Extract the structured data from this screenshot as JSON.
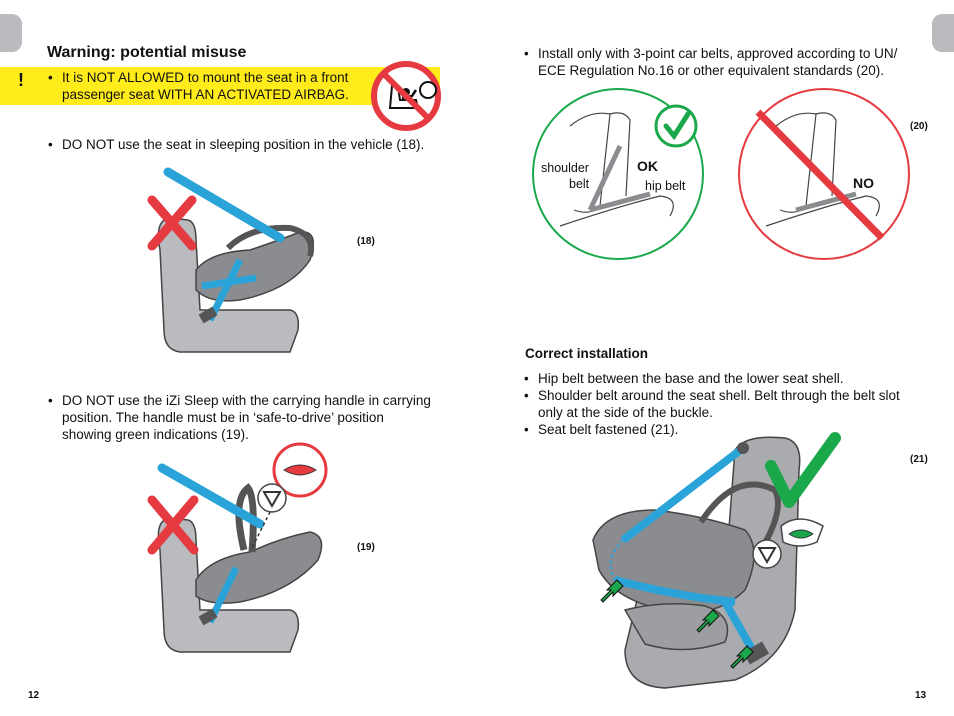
{
  "left_page": {
    "warning_heading": "Warning: potential misuse",
    "warning_mark": "!",
    "bullet_airbag_line1": "It is NOT ALLOWED to mount the seat in a front",
    "bullet_airbag_line2": "passenger seat WITH AN ACTIVATED AIRBAG.",
    "bullet_sleep": "DO NOT use the seat in sleeping position in the vehicle (18).",
    "caption_18": "(18)",
    "bullet_handle_line1": "DO NOT use the iZi Sleep with the carrying handle in carrying",
    "bullet_handle_line2": "position.  The handle must be in ‘safe-to-drive’ position",
    "bullet_handle_line3": "showing green indications (19).",
    "caption_19": "(19)",
    "page_number": "12"
  },
  "right_page": {
    "bullet_install_line1": "Install only with 3-point car belts, approved according to UN/",
    "bullet_install_line2": "ECE Regulation No.16 or other equivalent standards (20).",
    "caption_20": "(20)",
    "label_shoulder": "shoulder",
    "label_belt": "belt",
    "label_ok": "OK",
    "label_hip_belt": "hip belt",
    "label_no": "NO",
    "correct_heading": "Correct installation",
    "bullet_hip": "Hip belt between the base and the lower seat shell.",
    "bullet_shoulder_line1": "Shoulder belt around the seat shell. Belt through the belt slot",
    "bullet_shoulder_line2": "only at the side of the buckle.",
    "bullet_fastened": "Seat belt fastened (21).",
    "caption_21": "(21)",
    "page_number": "13"
  },
  "colors": {
    "warning_yellow": "#ffec1a",
    "prohibit_red": "#e53a3f",
    "ok_green": "#1aa84a",
    "belt_blue": "#2aa3d8",
    "seat_grey": "#8a8c8f",
    "tab_grey": "#b9bbbe"
  },
  "icons": [
    "no-airbag-icon",
    "red-cross-icon",
    "green-checkmark-icon",
    "handle-indicator-icon",
    "green-arrow-icon"
  ]
}
